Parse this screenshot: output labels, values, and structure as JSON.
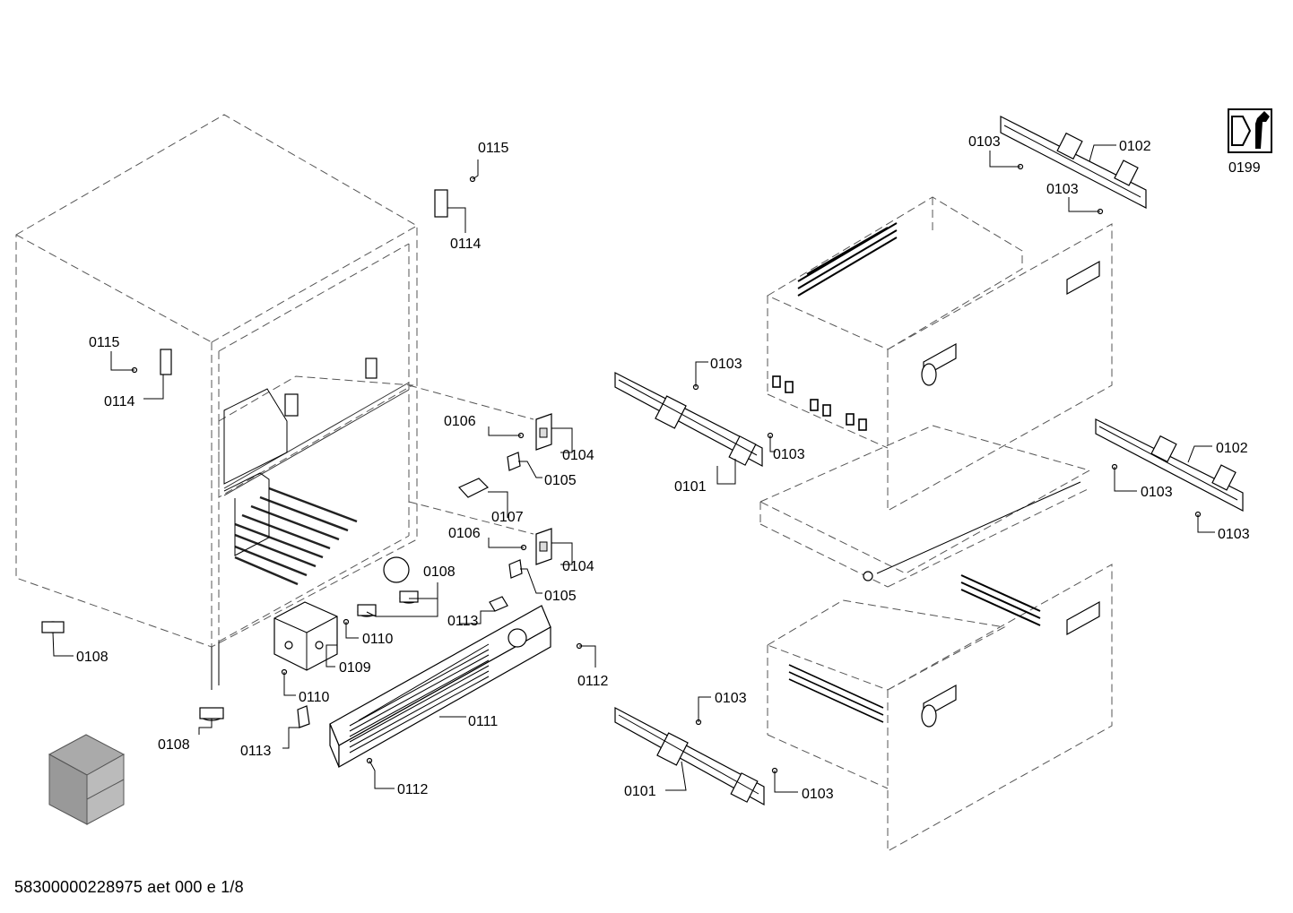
{
  "callouts": [
    {
      "id": "c0115a",
      "text": "0115"
    },
    {
      "id": "c0114a",
      "text": "0114"
    },
    {
      "id": "c0115b",
      "text": "0115"
    },
    {
      "id": "c0114b",
      "text": "0114"
    },
    {
      "id": "c0106a",
      "text": "0106"
    },
    {
      "id": "c0104a",
      "text": "0104"
    },
    {
      "id": "c0105a",
      "text": "0105"
    },
    {
      "id": "c0107",
      "text": "0107"
    },
    {
      "id": "c0106b",
      "text": "0106"
    },
    {
      "id": "c0104b",
      "text": "0104"
    },
    {
      "id": "c0105b",
      "text": "0105"
    },
    {
      "id": "c0108a",
      "text": "0108"
    },
    {
      "id": "c0113a",
      "text": "0113"
    },
    {
      "id": "c0110a",
      "text": "0110"
    },
    {
      "id": "c0109",
      "text": "0109"
    },
    {
      "id": "c0108b",
      "text": "0108"
    },
    {
      "id": "c0110b",
      "text": "0110"
    },
    {
      "id": "c0112a",
      "text": "0112"
    },
    {
      "id": "c0111",
      "text": "0111"
    },
    {
      "id": "c0108c",
      "text": "0108"
    },
    {
      "id": "c0113b",
      "text": "0113"
    },
    {
      "id": "c0112b",
      "text": "0112"
    },
    {
      "id": "c0103a",
      "text": "0103"
    },
    {
      "id": "c0103b",
      "text": "0103"
    },
    {
      "id": "c0101a",
      "text": "0101"
    },
    {
      "id": "c0103c",
      "text": "0103"
    },
    {
      "id": "c0102a",
      "text": "0102"
    },
    {
      "id": "c0103d",
      "text": "0103"
    },
    {
      "id": "c0102b",
      "text": "0102"
    },
    {
      "id": "c0103e",
      "text": "0103"
    },
    {
      "id": "c0103f",
      "text": "0103"
    },
    {
      "id": "c0103g",
      "text": "0103"
    },
    {
      "id": "c0101b",
      "text": "0101"
    },
    {
      "id": "c0103h",
      "text": "0103"
    },
    {
      "id": "c0199",
      "text": "0199"
    }
  ],
  "footer": {
    "document_number": "58300000228975 aet 000 e 1/8"
  },
  "icons": {
    "service_icon": "wrench-icon",
    "thumbnail": "appliance-thumbnail-icon"
  }
}
